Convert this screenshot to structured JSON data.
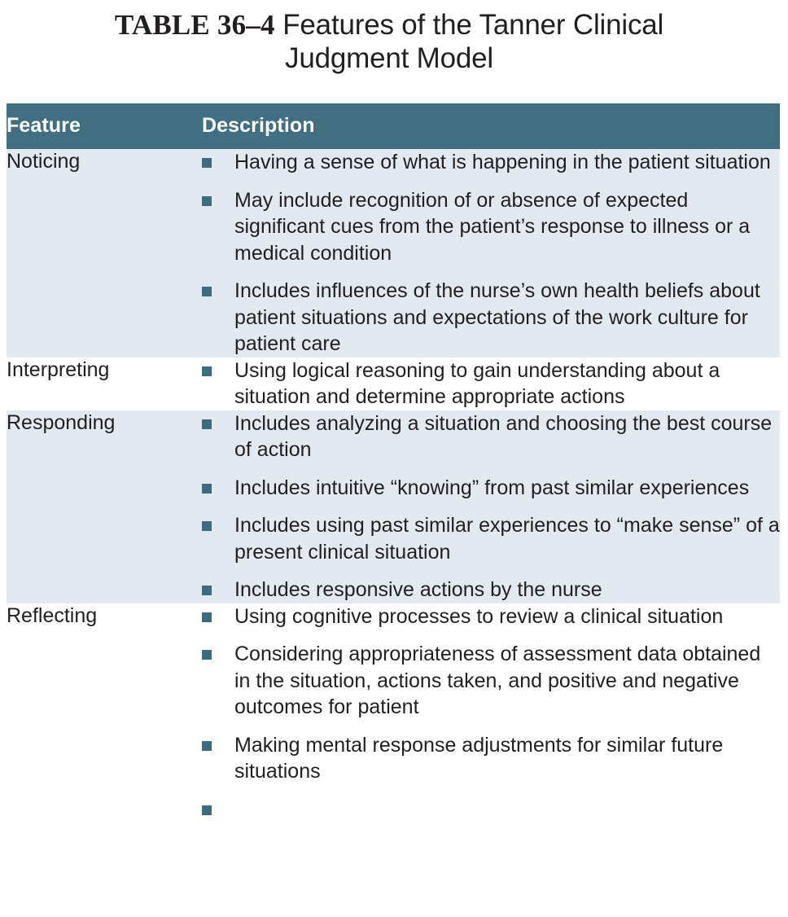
{
  "title": {
    "label": "TABLE 36–4",
    "text": "Features of the Tanner Clinical",
    "line2": "Judgment Model",
    "full": "TABLE 36–4 Features of the Tanner Clinical Judgment Model"
  },
  "colors": {
    "header_bg": "#416e80",
    "header_text": "#ffffff",
    "row_shade_bg": "#e2e9f1",
    "row_plain_bg": "#ffffff",
    "bullet": "#3d6c7e",
    "body_text": "#231f20",
    "page_bg": "#ffffff"
  },
  "table": {
    "columns": [
      {
        "key": "feature",
        "label": "Feature"
      },
      {
        "key": "description",
        "label": "Description"
      }
    ],
    "rows": [
      {
        "feature": "Noticing",
        "shaded": true,
        "bullets": [
          "Having a sense of what is happening in the patient situation",
          "May include recognition of or absence of expected significant cues from the patient’s response to illness or a medical condition",
          "Includes influences of the nurse’s own health beliefs about patient situations and expectations of the work culture for patient care"
        ]
      },
      {
        "feature": "Interpreting",
        "shaded": false,
        "bullets": [
          "Using logical reasoning to gain understanding about a situation and determine appropriate actions"
        ]
      },
      {
        "feature": "Responding",
        "shaded": true,
        "bullets": [
          "Includes analyzing a situation and choosing the best course of action",
          "Includes intuitive “knowing” from past similar experiences",
          "Includes using past similar experiences to “make sense” of a present clinical situation",
          "Includes responsive actions by the nurse"
        ]
      },
      {
        "feature": "Reflecting",
        "shaded": false,
        "bullets": [
          "Using cognitive processes to review a clinical situation",
          "Considering appropriateness of assessment data obtained in the situation, actions taken, and positive and negative outcomes for patient",
          "Making mental response adjustments for similar future situations",
          ""
        ]
      }
    ]
  }
}
